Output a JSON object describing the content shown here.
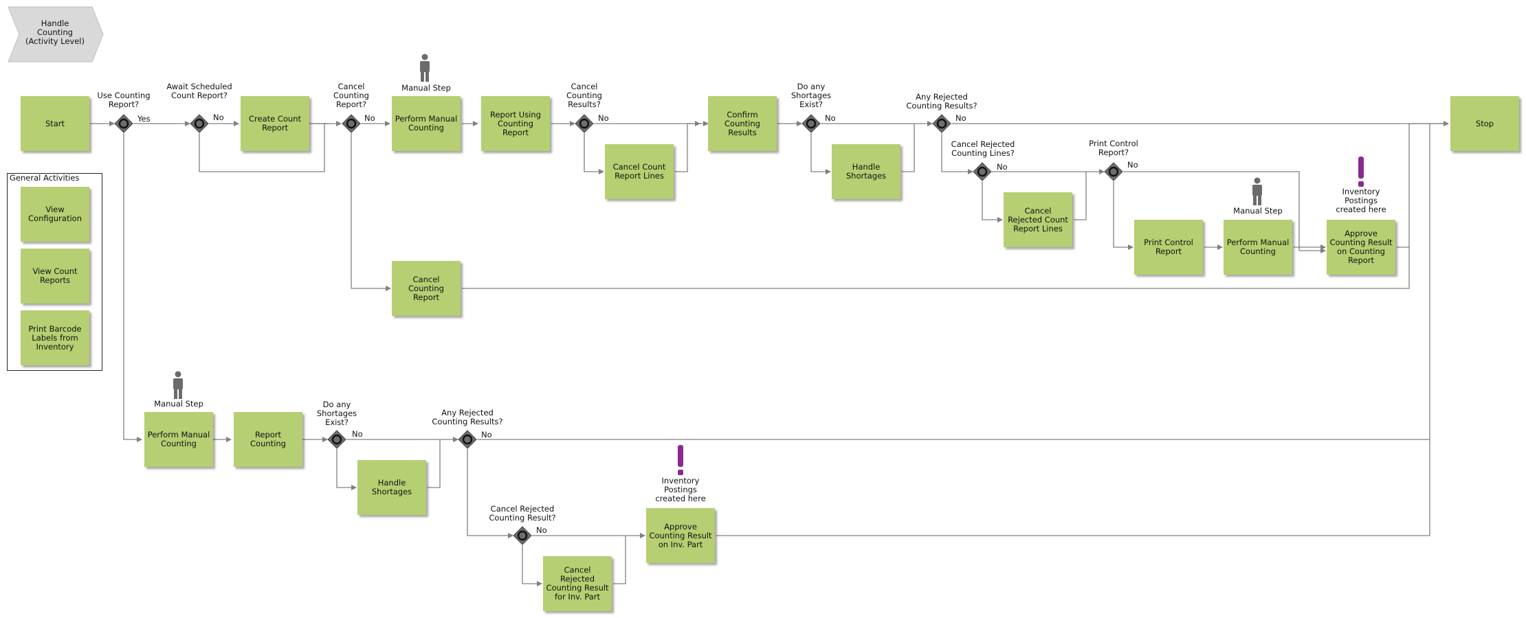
{
  "header": {
    "title_lines": [
      "Handle",
      "Counting",
      "(Activity Level)"
    ]
  },
  "group": {
    "title": "General Activities",
    "items": [
      "View Configuration",
      "View Count Reports",
      "Print Barcode Labels from Inventory"
    ]
  },
  "nodes": {
    "start": "Start",
    "create_count_report": "Create Count Report",
    "perform_manual_counting_1": "Perform Manual Counting",
    "report_using_counting_report": "Report Using Counting Report",
    "cancel_count_report_lines": "Cancel Count Report Lines",
    "confirm_counting_results": "Confirm Counting Results",
    "handle_shortages_1": "Handle Shortages",
    "cancel_rejected_count_report_lines": "Cancel Rejected Count Report Lines",
    "print_control_report": "Print Control Report",
    "perform_manual_counting_2": "Perform Manual Counting",
    "approve_counting_result_report": "Approve Counting Result on Counting Report",
    "stop": "Stop",
    "cancel_counting_report": "Cancel Counting Report",
    "perform_manual_counting_3": "Perform Manual Counting",
    "report_counting": "Report Counting",
    "handle_shortages_2": "Handle Shortages",
    "cancel_rejected_counting_result_inv_part": "Cancel Rejected Counting Result for Inv. Part",
    "approve_counting_result_inv_part": "Approve Counting Result on Inv. Part"
  },
  "gateways": {
    "use_counting_report": "Use Counting Report?",
    "await_scheduled": "Await Scheduled Count Report?",
    "cancel_counting_report_q": "Cancel Counting Report?",
    "cancel_counting_results_q": "Cancel Counting Results?",
    "shortages_exist_1": "Do any Shortages Exist?",
    "any_rejected_1": "Any Rejected Counting Results?",
    "cancel_rejected_lines_q": "Cancel Rejected Counting Lines?",
    "print_control_q": "Print Control Report?",
    "shortages_exist_2": "Do any Shortages Exist?",
    "any_rejected_2": "Any Rejected Counting Results?",
    "cancel_rejected_result_q": "Cancel Rejected Counting Result?"
  },
  "branch_labels": {
    "yes": "Yes",
    "no": "No"
  },
  "annotations": {
    "manual_step": "Manual Step",
    "inventory_postings": "Inventory Postings created here"
  },
  "colors": {
    "activity": "#b6cf72",
    "gateway": "#6e6e6e",
    "line": "#808080",
    "exclamation": "#8a2a8f",
    "person": "#6b6b6b"
  }
}
